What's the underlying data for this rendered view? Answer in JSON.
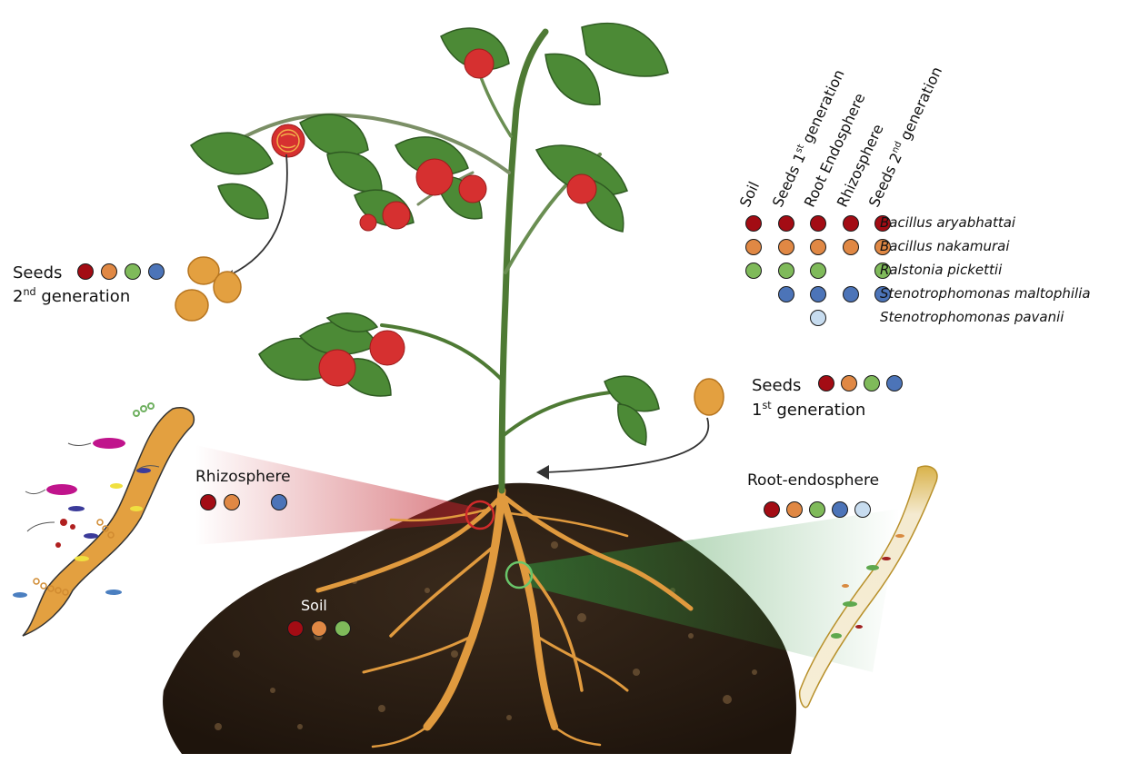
{
  "colors": {
    "bacillus_aryabhattai": "#a30c14",
    "bacillus_nakamurai": "#e08844",
    "ralstonia_pickettii": "#7fba5a",
    "stenotrophomonas_maltophilia": "#4c74b8",
    "stenotrophomonas_pavanii": "#c7dcef",
    "soil": "#2d1f14",
    "root": "#e09a3e",
    "leaf": "#4c8a36",
    "fruit": "#d63030",
    "seed": "#e3a040"
  },
  "legend": {
    "columns": [
      {
        "text": "Soil"
      },
      {
        "text": "Seeds 1",
        "sup": "st",
        "rest": " generation"
      },
      {
        "text": "Root Endosphere"
      },
      {
        "text": "Rhizosphere"
      },
      {
        "text": "Seeds 2",
        "sup": "nd",
        "rest": " generation"
      }
    ],
    "species": [
      {
        "name": "Bacillus aryabhattai",
        "presence": [
          true,
          true,
          true,
          true,
          true
        ]
      },
      {
        "name": "Bacillus nakamurai",
        "presence": [
          true,
          true,
          true,
          true,
          true
        ]
      },
      {
        "name": "Ralstonia pickettii",
        "presence": [
          true,
          true,
          true,
          false,
          true
        ]
      },
      {
        "name": "Stenotrophomonas maltophilia",
        "presence": [
          false,
          true,
          true,
          true,
          true
        ]
      },
      {
        "name": "Stenotrophomonas pavanii",
        "presence": [
          false,
          false,
          true,
          false,
          false
        ]
      }
    ]
  },
  "labels": {
    "seeds2_line1": "Seeds",
    "seeds2_line2_base": "2",
    "seeds2_line2_sup": "nd",
    "seeds2_line2_rest": " generation",
    "seeds1_line1": "Seeds",
    "seeds1_line2_base": "1",
    "seeds1_line2_sup": "st",
    "seeds1_line2_rest": " generation",
    "rhizosphere": "Rhizosphere",
    "root_endosphere": "Root-endosphere",
    "soil": "Soil"
  }
}
